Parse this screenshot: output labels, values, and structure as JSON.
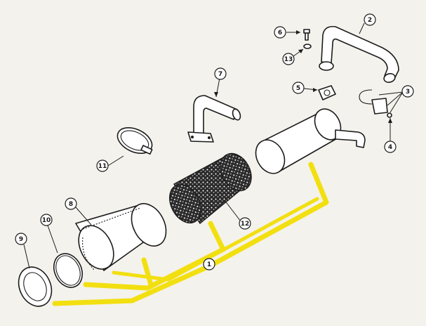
{
  "diagram": {
    "highlight_color": "#f2df10",
    "line_color": "#1c1c1c",
    "callouts": [
      {
        "id": "1",
        "label": "1"
      },
      {
        "id": "2",
        "label": "2"
      },
      {
        "id": "3",
        "label": "3"
      },
      {
        "id": "4",
        "label": "4"
      },
      {
        "id": "5",
        "label": "5"
      },
      {
        "id": "6",
        "label": "6"
      },
      {
        "id": "7",
        "label": "7"
      },
      {
        "id": "8",
        "label": "8"
      },
      {
        "id": "9",
        "label": "9"
      },
      {
        "id": "10",
        "label": "10"
      },
      {
        "id": "11",
        "label": "11"
      },
      {
        "id": "12",
        "label": "12"
      },
      {
        "id": "13",
        "label": "13"
      }
    ]
  }
}
